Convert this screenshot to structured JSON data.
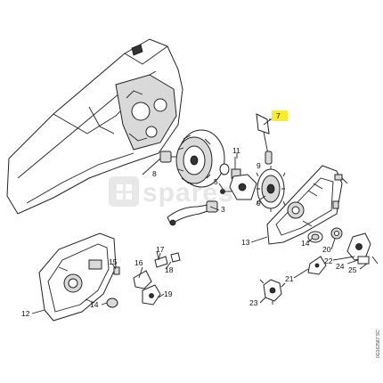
{
  "watermark": "spares",
  "side_code": "0G162567 SC",
  "highlight_color": "#f7ec2e",
  "callouts": {
    "c7": "7",
    "c11": "11",
    "c8": "8",
    "c9": "9",
    "c5": "5",
    "c3": "3",
    "c13": "13",
    "c14a": "14",
    "c20": "20",
    "c22": "22",
    "c24": "24",
    "c25": "25",
    "c21": "21",
    "c23": "23",
    "c17": "17",
    "c15": "15",
    "c16": "16",
    "c18": "18",
    "c19": "19",
    "c12": "12",
    "c14b": "14"
  }
}
